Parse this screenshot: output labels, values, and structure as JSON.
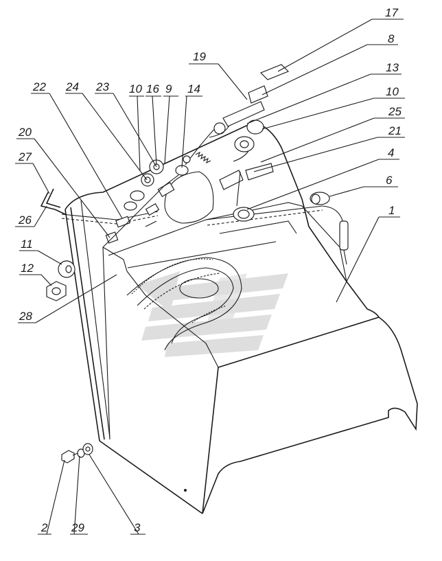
{
  "drawing": {
    "callouts": [
      {
        "id": "c17",
        "label": "17"
      },
      {
        "id": "c8",
        "label": "8"
      },
      {
        "id": "c13",
        "label": "13"
      },
      {
        "id": "c19",
        "label": "19"
      },
      {
        "id": "c10a",
        "label": "10"
      },
      {
        "id": "c25",
        "label": "25"
      },
      {
        "id": "c22",
        "label": "22"
      },
      {
        "id": "c24",
        "label": "24"
      },
      {
        "id": "c23",
        "label": "23"
      },
      {
        "id": "c10b",
        "label": "10"
      },
      {
        "id": "c16",
        "label": "16"
      },
      {
        "id": "c9",
        "label": "9"
      },
      {
        "id": "c14",
        "label": "14"
      },
      {
        "id": "c21",
        "label": "21"
      },
      {
        "id": "c4",
        "label": "4"
      },
      {
        "id": "c6",
        "label": "6"
      },
      {
        "id": "c1",
        "label": "1"
      },
      {
        "id": "c20",
        "label": "20"
      },
      {
        "id": "c27",
        "label": "27"
      },
      {
        "id": "c26",
        "label": "26"
      },
      {
        "id": "c11",
        "label": "11"
      },
      {
        "id": "c12",
        "label": "12"
      },
      {
        "id": "c28",
        "label": "28"
      },
      {
        "id": "c2",
        "label": "2"
      },
      {
        "id": "c29",
        "label": "29"
      },
      {
        "id": "c3",
        "label": "3"
      }
    ]
  }
}
